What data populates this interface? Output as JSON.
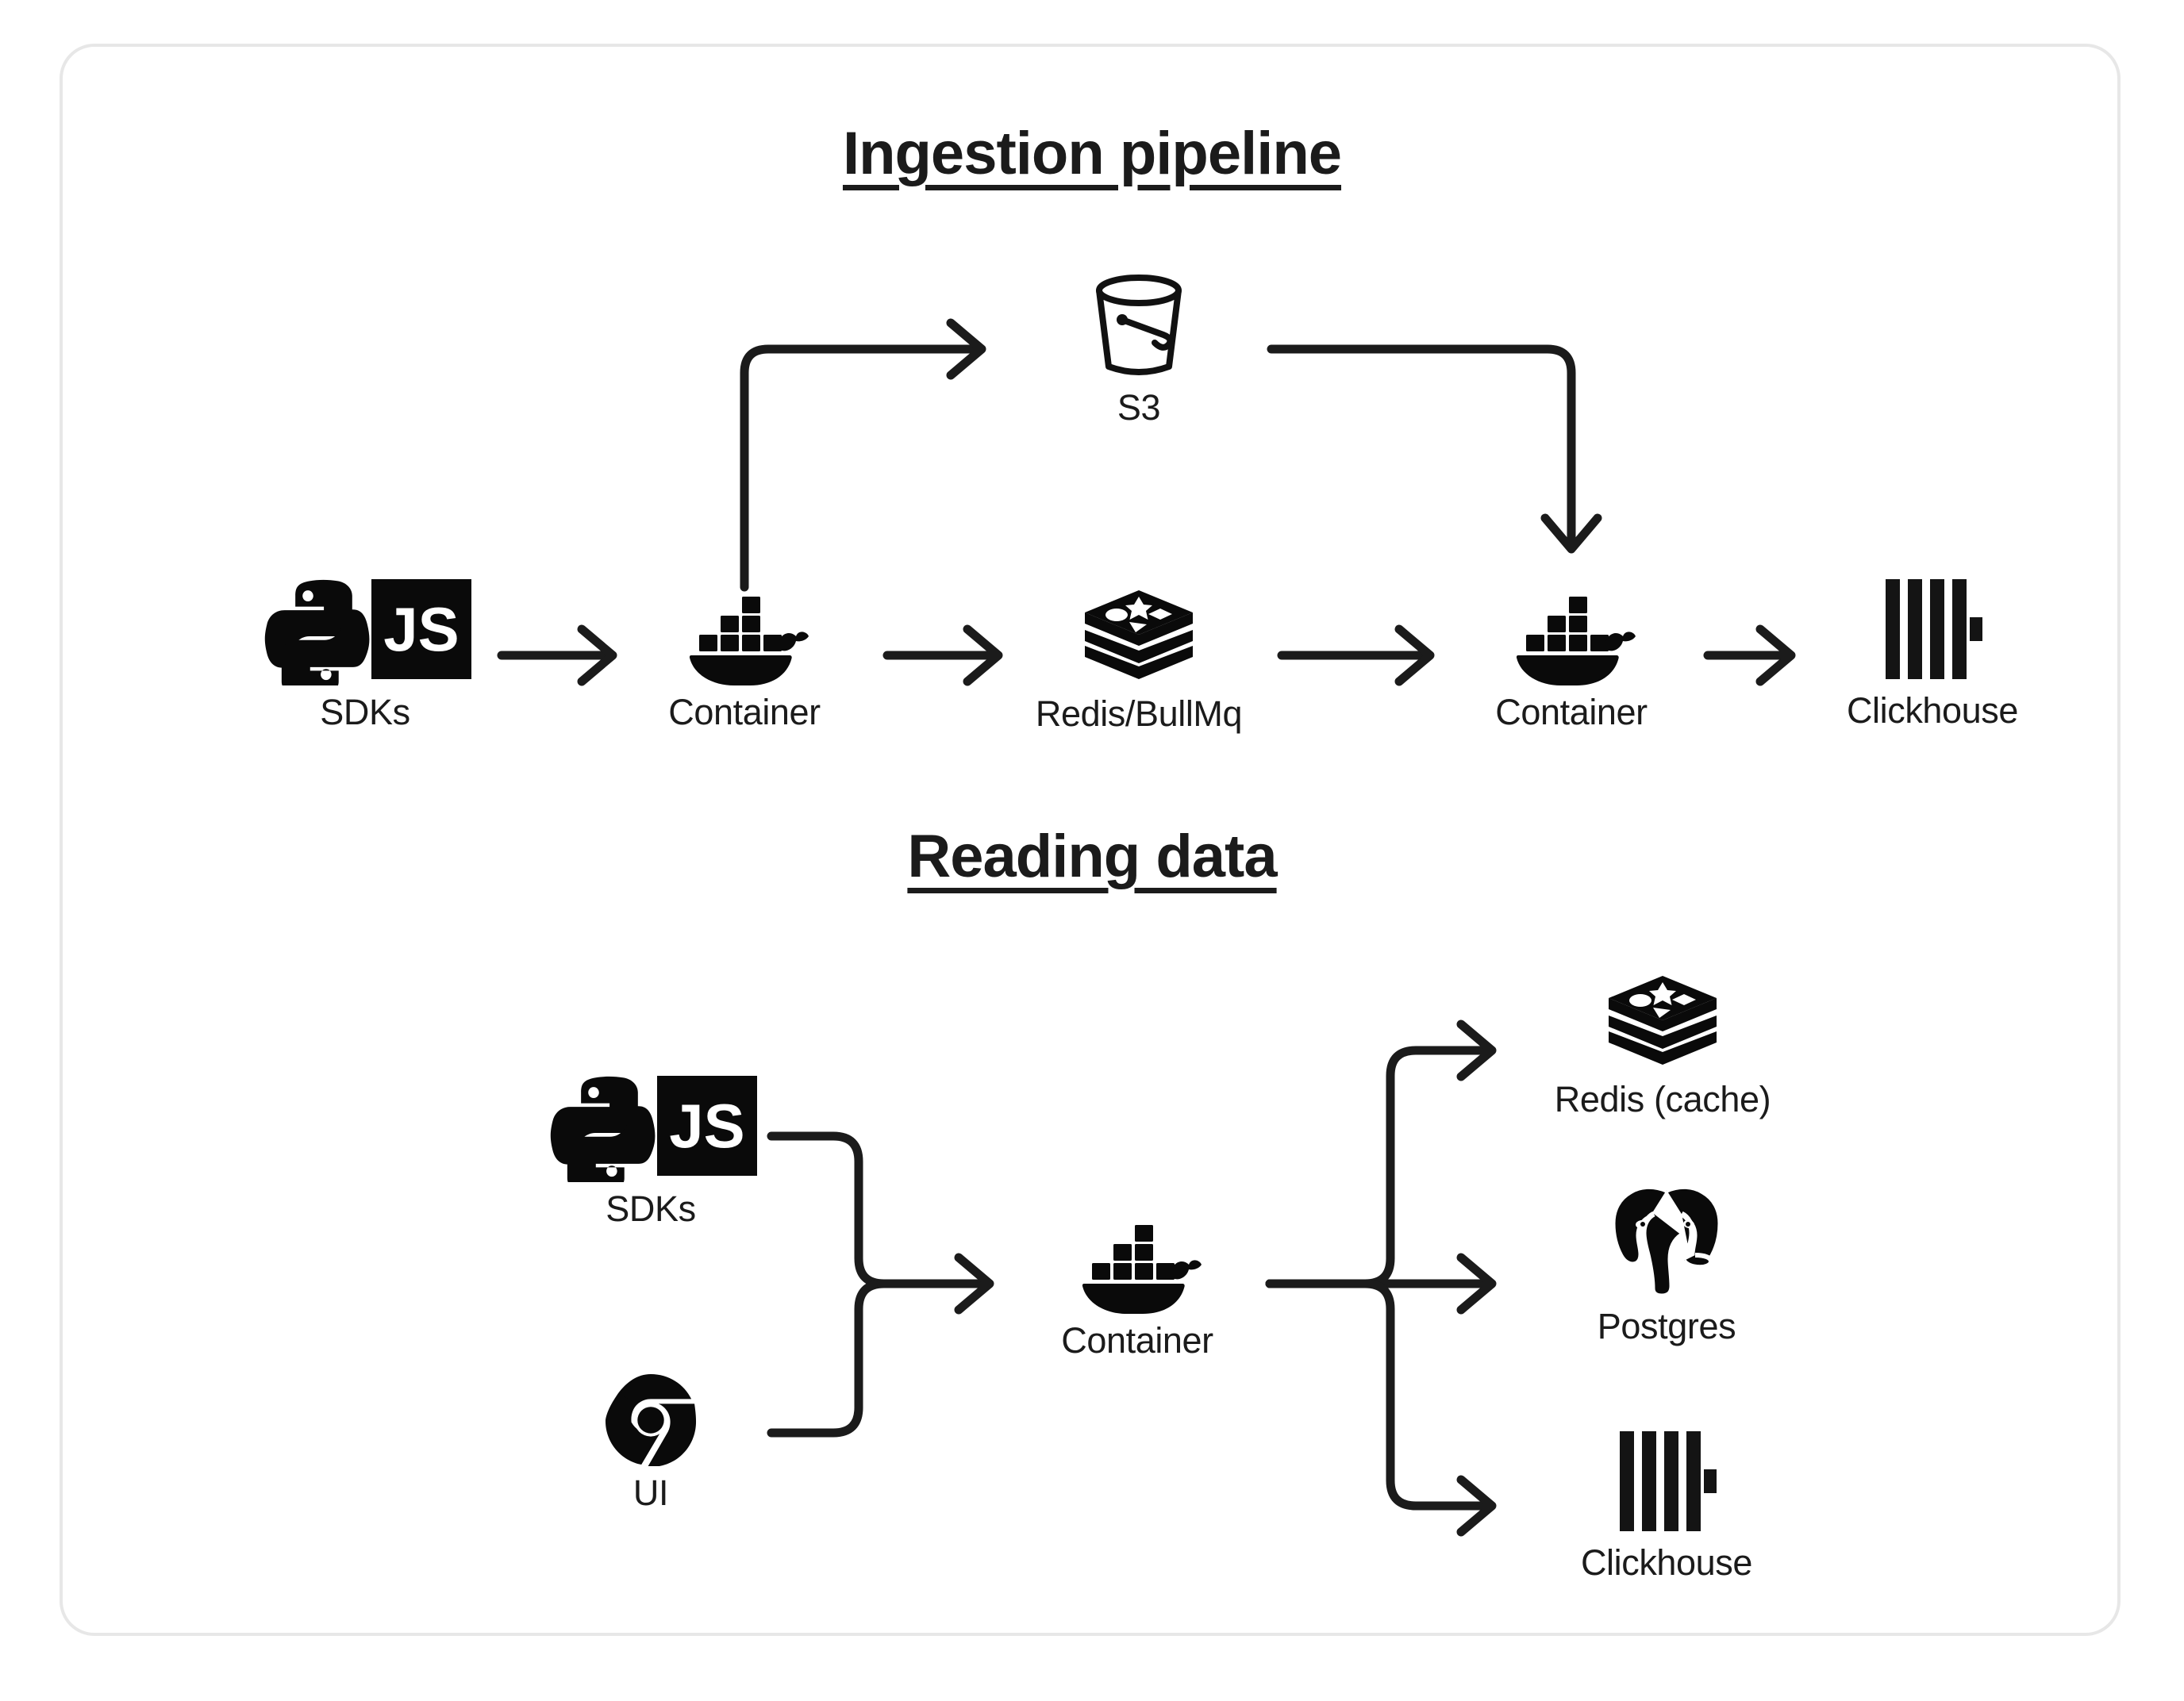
{
  "card": {
    "border_color": "#e7e7e7",
    "background": "#ffffff"
  },
  "ink": "#111111",
  "sections": [
    {
      "id": "ingestion",
      "title": "Ingestion pipeline",
      "nodes": [
        {
          "key": "sdks",
          "label": "SDKs",
          "icon": "python-js-sdk-icon"
        },
        {
          "key": "container1",
          "label": "Container",
          "icon": "docker-whale-icon"
        },
        {
          "key": "redis",
          "label": "Redis/BullMq",
          "icon": "redis-stack-icon"
        },
        {
          "key": "container2",
          "label": "Container",
          "icon": "docker-whale-icon"
        },
        {
          "key": "clickhouse",
          "label": "Clickhouse",
          "icon": "clickhouse-bars-icon"
        },
        {
          "key": "s3",
          "label": "S3",
          "icon": "s3-bucket-icon"
        }
      ]
    },
    {
      "id": "reading",
      "title": "Reading data",
      "nodes": [
        {
          "key": "sdks",
          "label": "SDKs",
          "icon": "python-js-sdk-icon"
        },
        {
          "key": "ui",
          "label": "UI",
          "icon": "chrome-browser-icon"
        },
        {
          "key": "container",
          "label": "Container",
          "icon": "docker-whale-icon"
        },
        {
          "key": "rediscache",
          "label": "Redis (cache)",
          "icon": "redis-stack-icon"
        },
        {
          "key": "postgres",
          "label": "Postgres",
          "icon": "postgres-elephant-icon"
        },
        {
          "key": "clickhouse",
          "label": "Clickhouse",
          "icon": "clickhouse-bars-icon"
        }
      ]
    }
  ],
  "js_badge": {
    "text": "JS"
  }
}
